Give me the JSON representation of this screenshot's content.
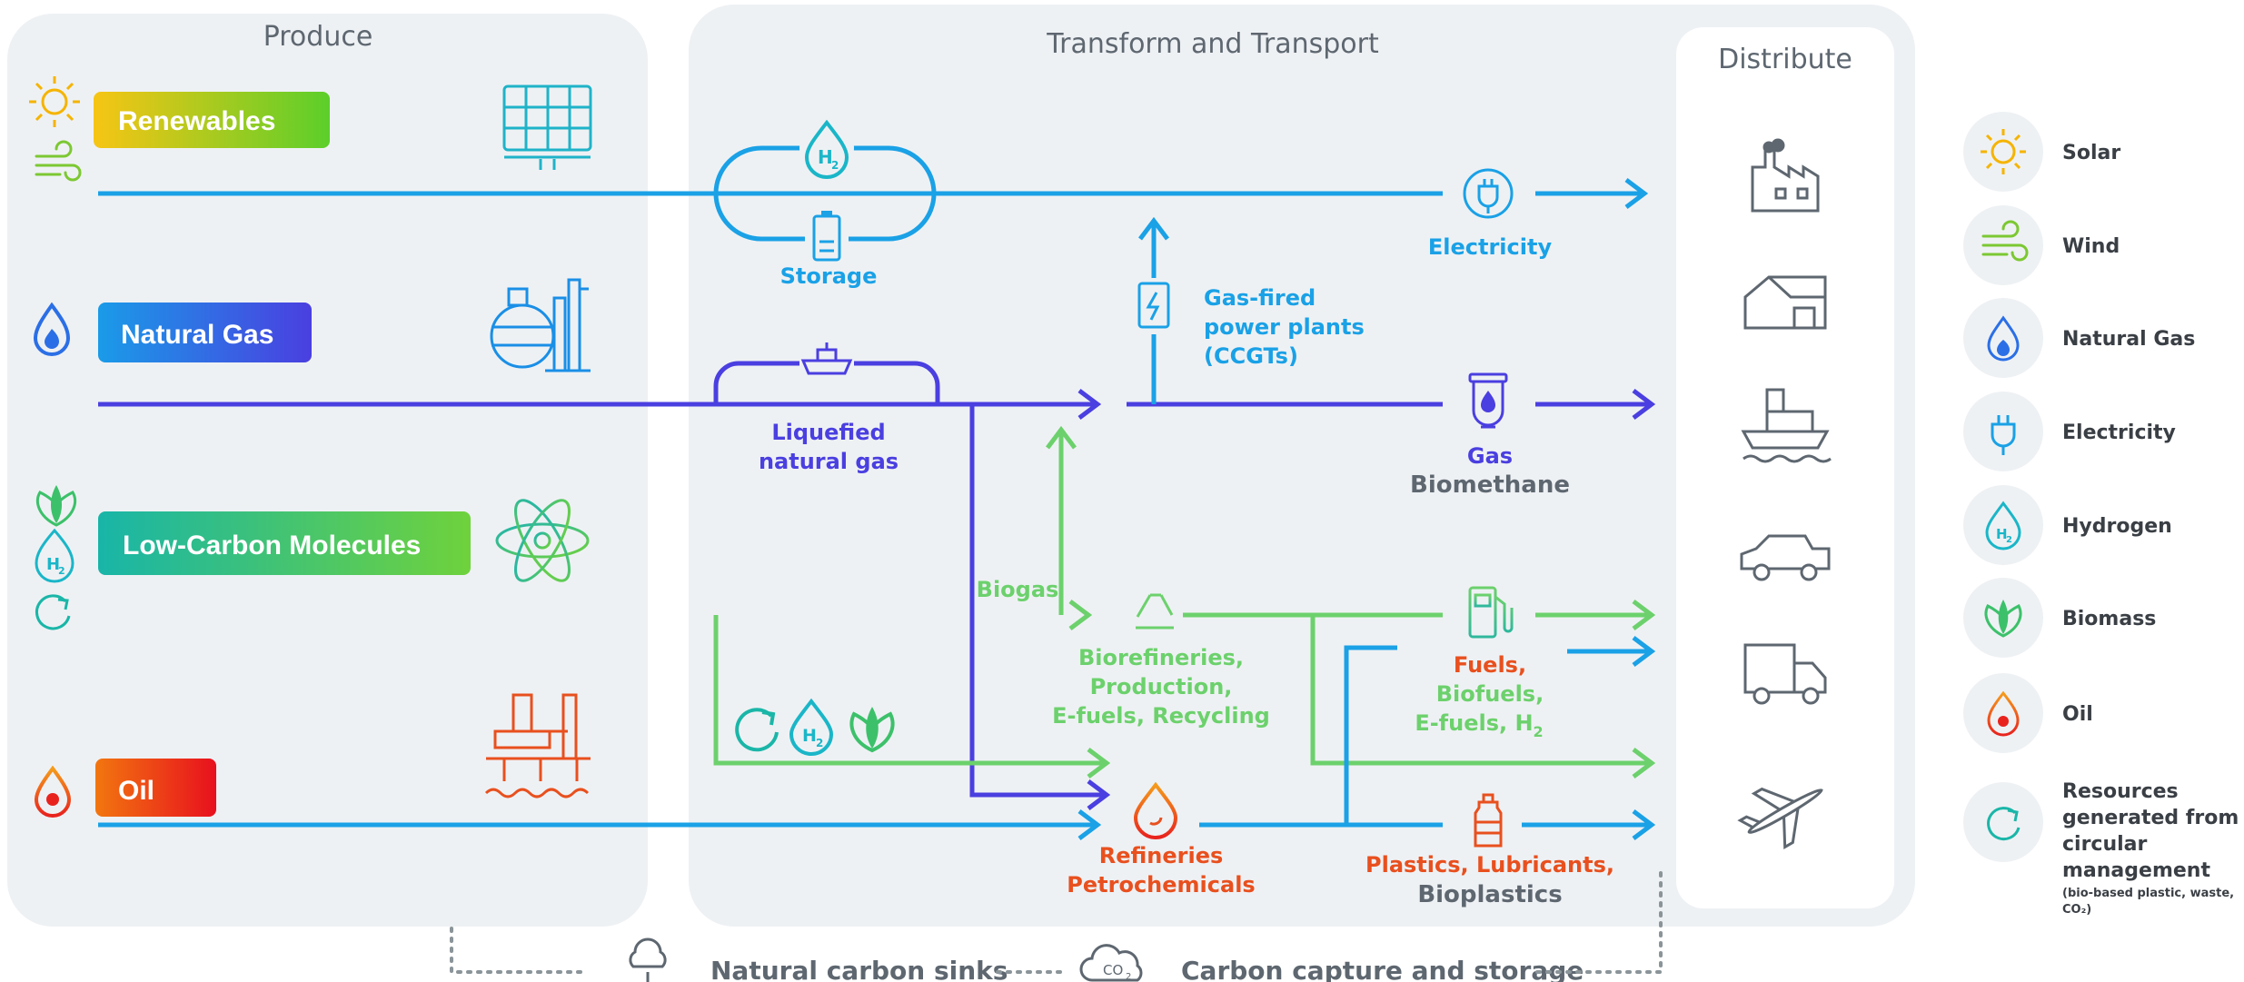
{
  "panels": {
    "produce": "Produce",
    "transform": "Transform and Transport",
    "distribute": "Distribute"
  },
  "sources": {
    "renewables": "Renewables",
    "natural_gas": "Natural Gas",
    "low_carbon": "Low-Carbon Molecules",
    "oil": "Oil"
  },
  "nodes": {
    "storage": "Storage",
    "lng_line1": "Liquefied",
    "lng_line2": "natural gas",
    "gas_fired_1": "Gas-fired",
    "gas_fired_2": "power plants",
    "gas_fired_3": "(CCGTs)",
    "electricity": "Electricity",
    "gas": "Gas",
    "biomethane": "Biomethane",
    "biogas": "Biogas",
    "bioref_1": "Biorefineries,",
    "bioref_2": "Production,",
    "bioref_3": "E-fuels, Recycling",
    "fuels_1": "Fuels,",
    "fuels_2": "Biofuels,",
    "fuels_3": "E-fuels, H",
    "fuels_3_sub": "2",
    "refineries_1": "Refineries",
    "refineries_2": "Petrochemicals",
    "plastics_1": "Plastics, Lubricants,",
    "plastics_2": "Bioplastics",
    "h2_icon_text": "H",
    "h2_icon_sub": "2"
  },
  "legend": [
    {
      "label": "Solar",
      "icon": "sun-icon"
    },
    {
      "label": "Wind",
      "icon": "wind-icon"
    },
    {
      "label": "Natural Gas",
      "icon": "flame-icon"
    },
    {
      "label": "Electricity",
      "icon": "plug-icon"
    },
    {
      "label": "Hydrogen",
      "icon": "hydrogen-icon"
    },
    {
      "label": "Biomass",
      "icon": "leaf-icon"
    },
    {
      "label": "Oil",
      "icon": "oil-drop-icon"
    }
  ],
  "legend_resources": {
    "line1": "Resources",
    "line2": "generated from",
    "line3": "circular",
    "line4": "management",
    "note1": "(bio-based plastic, waste,",
    "note2": "CO₂)"
  },
  "bottom": {
    "natural_sinks": "Natural carbon sinks",
    "ccs": "Carbon capture and storage",
    "co2_label": "CO",
    "co2_sub": "2"
  },
  "colors": {
    "electric_blue": "#1aa1e6",
    "gas_purple": "#4a3fe0",
    "green": "#6cd16c",
    "orange": "#e8501e",
    "gray": "#5e6770"
  }
}
